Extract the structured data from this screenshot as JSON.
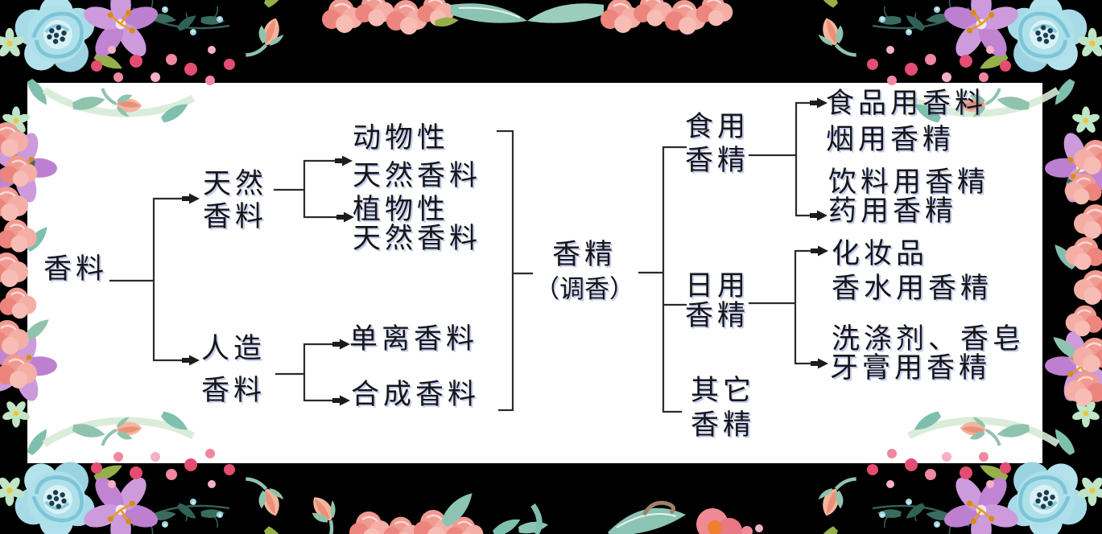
{
  "palette": {
    "background": "#000000",
    "panel": "#ffffff",
    "line_color": "#2b2b2b",
    "text_color": "#161616",
    "blue_rose": "#aee0ea",
    "pink_garland": "#f09a92",
    "purple_lily": "#cd9bdb",
    "teal_leaf": "#7fbfae",
    "olive_leaf": "#96b049",
    "pink_berry": "#e34d71"
  },
  "diagram": {
    "root": {
      "label": "香料"
    },
    "natural": {
      "line1": "天然",
      "line2": "香料"
    },
    "artificial": {
      "line1": "人造",
      "line2": "香料"
    },
    "animal": {
      "line1": "动物性",
      "line2": "天然香料"
    },
    "plant": {
      "line1": "植物性",
      "line2": "天然香料"
    },
    "isolated": {
      "label": "单离香料"
    },
    "synthetic": {
      "label": "合成香料"
    },
    "essence": {
      "line1": "香精",
      "line2": "（调香）"
    },
    "edible": {
      "line1": "食用",
      "line2": "香精"
    },
    "daily": {
      "line1": "日用",
      "line2": "香精"
    },
    "other": {
      "line1": "其它",
      "line2": "香精"
    },
    "edible_children": {
      "item1": "食品用香料",
      "item2": "烟用香精",
      "item3": "饮料用香精",
      "item4": "药用香精"
    },
    "daily_children": {
      "item1": "化妆品",
      "item2": "香水用香精",
      "item3": "洗涤剂、香皂",
      "item4": "牙膏用香精"
    }
  }
}
